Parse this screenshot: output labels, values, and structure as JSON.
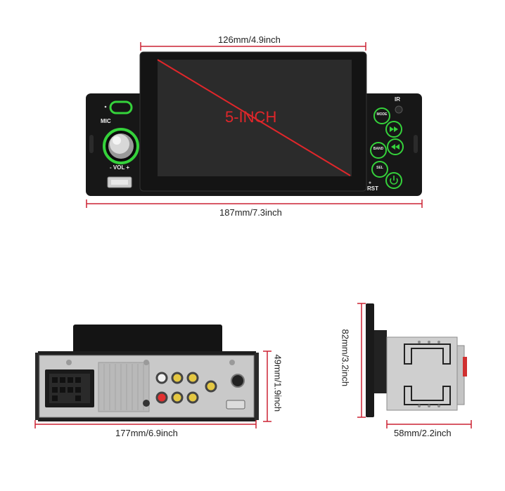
{
  "dimensions": {
    "screen_width": "126mm/4.9inch",
    "front_width": "187mm/7.3inch",
    "rear_width": "177mm/6.9inch",
    "rear_height": "49mm/1.9inch",
    "side_height": "82mm/3.2inch",
    "side_depth": "58mm/2.2inch"
  },
  "screen": {
    "size_label": "5-INCH"
  },
  "panel": {
    "mic_label": "MIC",
    "vol_label": "- VOL +",
    "ir_label": "IR",
    "rst_label": "RST",
    "buttons": [
      "MODE",
      "BAND",
      "SEL"
    ]
  },
  "colors": {
    "accent_green": "#35d23b",
    "diagonal_red": "#e0262a",
    "panel_black": "#161616"
  }
}
